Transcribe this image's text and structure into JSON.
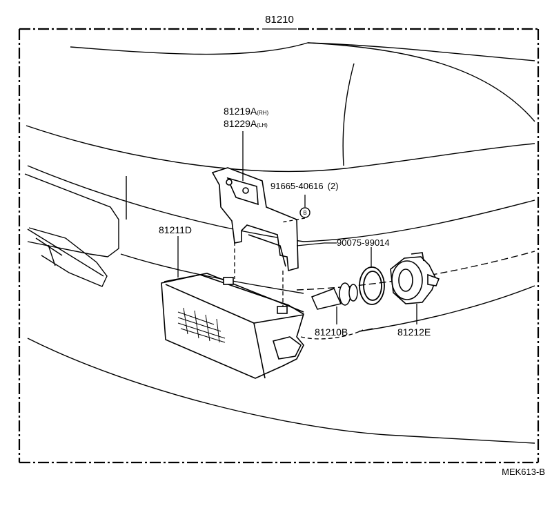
{
  "diagram": {
    "assembly_part": "81210",
    "drawing_code": "MEK613-B",
    "parts": {
      "bracket_rh": {
        "number": "81219A",
        "side": "(RH)"
      },
      "bracket_lh": {
        "number": "81229A",
        "side": "(LH)"
      },
      "screw": {
        "number": "91665-40616",
        "qty": "(2)"
      },
      "screw_ref": "B",
      "gasket": {
        "number": "90075-99014"
      },
      "lens_housing": {
        "number": "81211D"
      },
      "bulb": {
        "number": "81210B"
      },
      "socket": {
        "number": "81212E"
      }
    },
    "colors": {
      "line": "#000000",
      "background": "#ffffff"
    }
  }
}
